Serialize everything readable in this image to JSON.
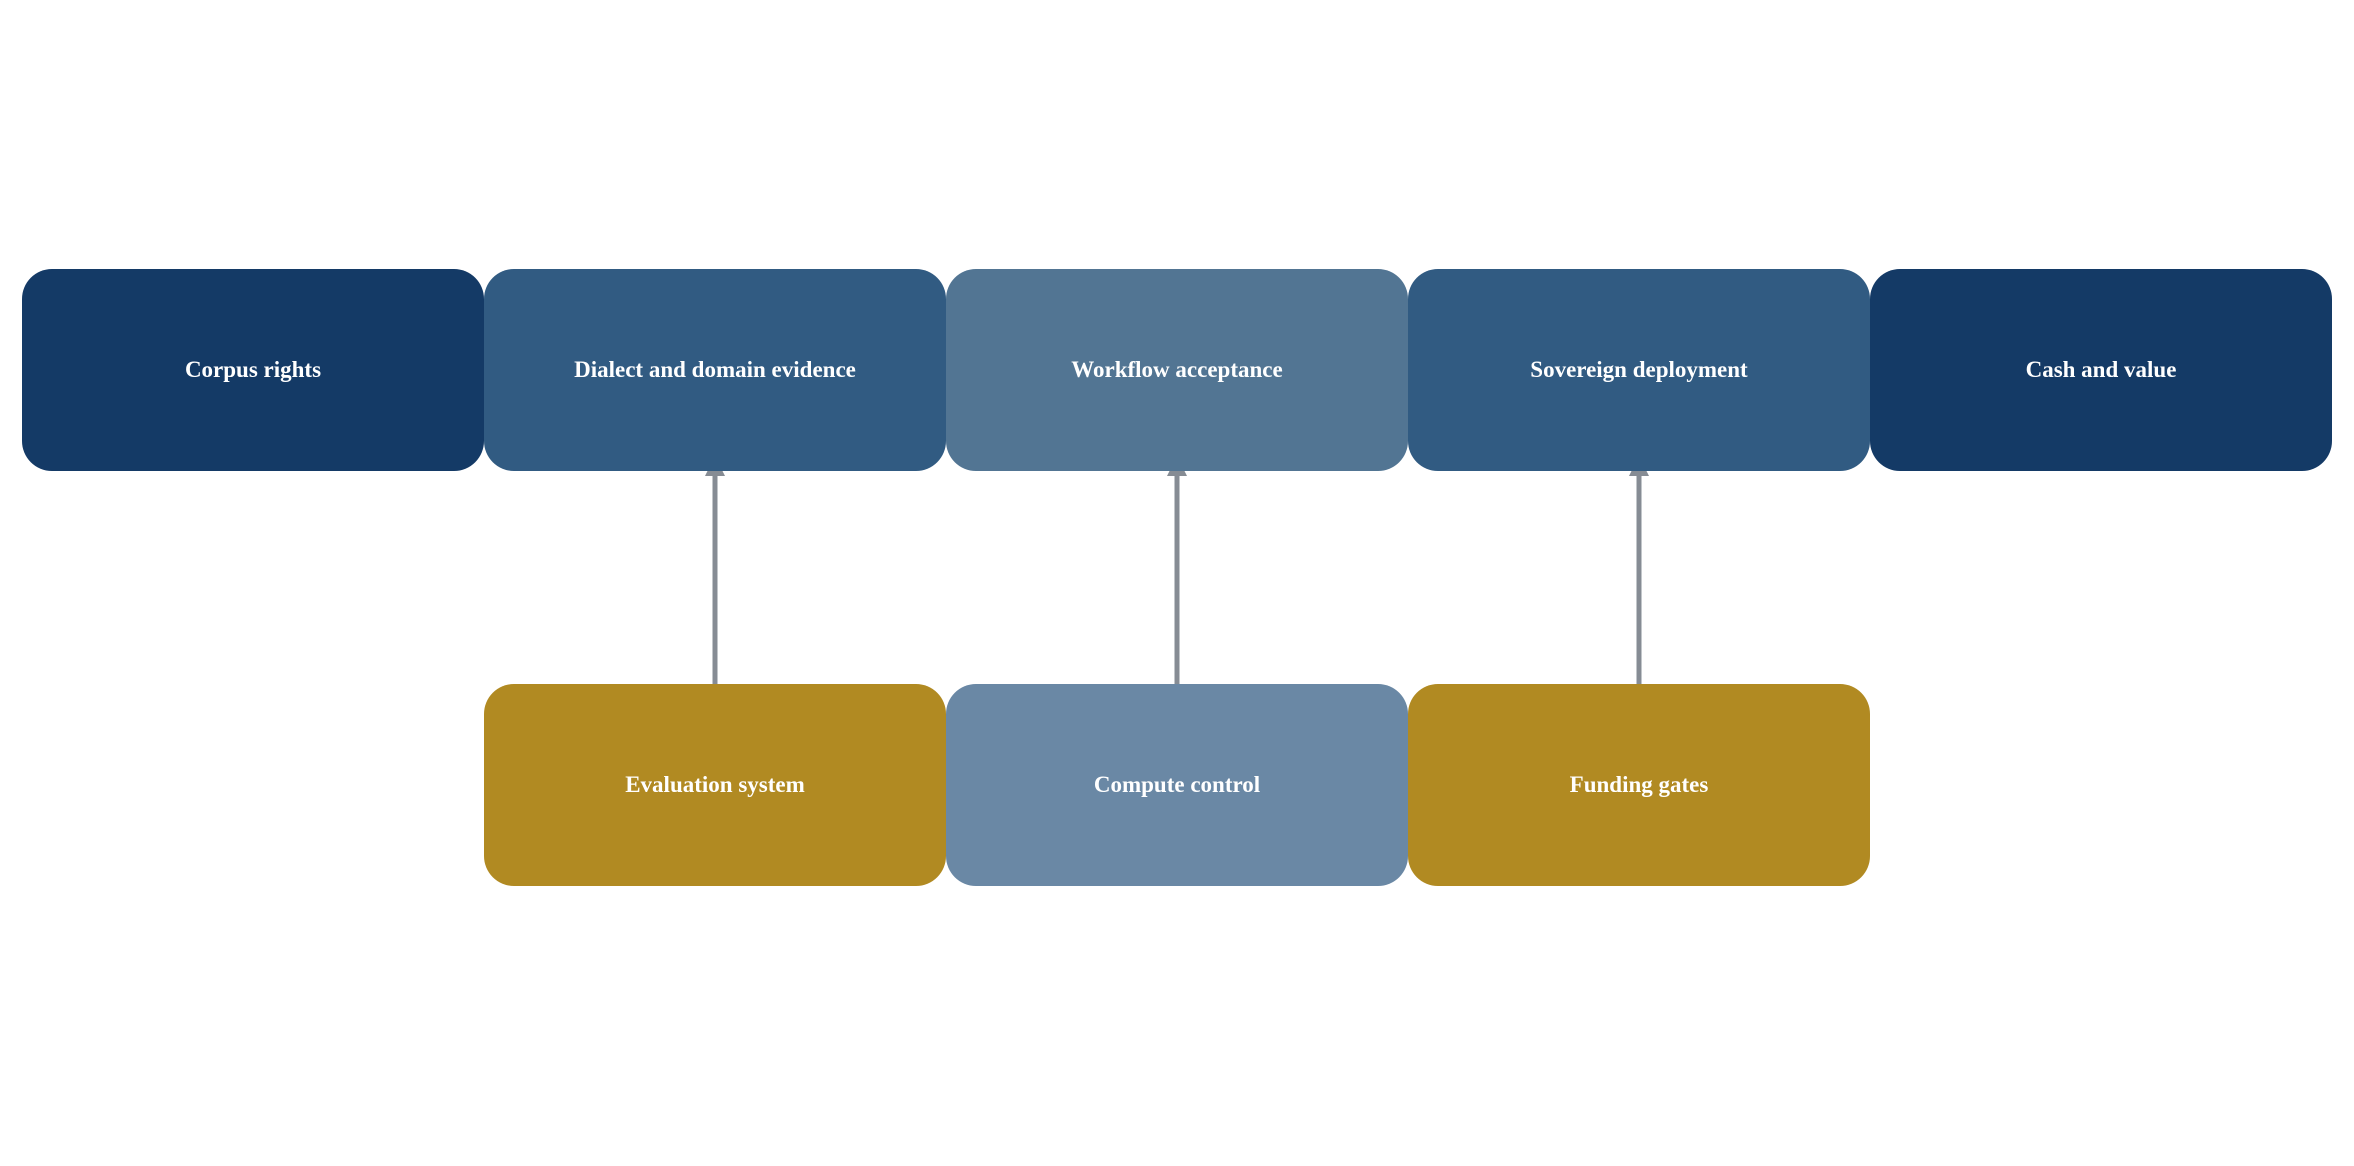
{
  "diagram": {
    "colors": {
      "dark_navy": "#143a66",
      "mid_blue": "#315b82",
      "light_blue": "#527593",
      "steel_blue": "#6a88a5",
      "gold": "#b18a22",
      "arrow": "#868c94"
    },
    "top_row": [
      {
        "label": "Corpus rights",
        "color": "#143a66"
      },
      {
        "label": "Dialect and domain evidence",
        "color": "#315b82"
      },
      {
        "label": "Workflow acceptance",
        "color": "#527593"
      },
      {
        "label": "Sovereign deployment",
        "color": "#315b82"
      },
      {
        "label": "Cash and value",
        "color": "#143a66"
      }
    ],
    "bottom_row": [
      {
        "label": "Evaluation system",
        "color": "#b18a22"
      },
      {
        "label": "Compute control",
        "color": "#6a88a5"
      },
      {
        "label": "Funding gates",
        "color": "#b18a22"
      }
    ]
  }
}
